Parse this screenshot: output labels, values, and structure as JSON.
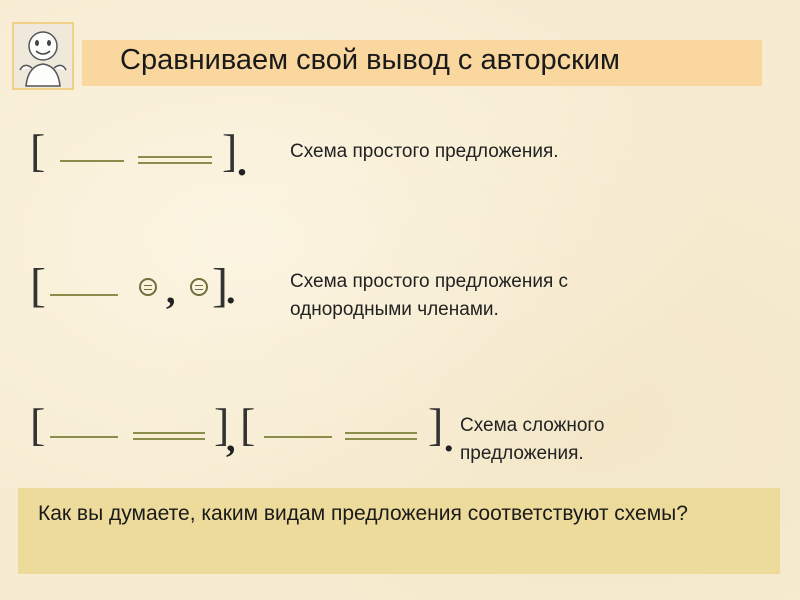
{
  "slide": {
    "title": "Сравниваем свой вывод с авторским",
    "schemes": [
      {
        "diagram": {
          "open": "[",
          "close": "]",
          "end": "."
        },
        "description": "Схема простого предложения."
      },
      {
        "diagram": {
          "open": "[",
          "comma": ",",
          "close": "]",
          "end": "."
        },
        "description": "Схема простого предложения с однородными членами."
      },
      {
        "diagram": {
          "open1": "[",
          "close1": "]",
          "comma": ",",
          "open2": "[",
          "close2": "]",
          "end": "."
        },
        "description": "Схема сложного предложения."
      }
    ],
    "question": "Как вы думаете, каким видам предложения соответствуют схемы?"
  }
}
